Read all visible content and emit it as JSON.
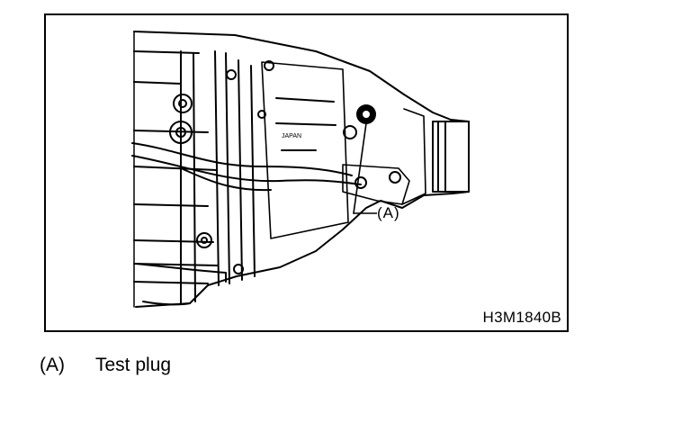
{
  "figure": {
    "code": "H3M1840B",
    "stamp_text": "JAPAN",
    "callouts": [
      {
        "key": "(A)"
      }
    ]
  },
  "legend": [
    {
      "key": "(A)",
      "description": "Test plug"
    }
  ]
}
